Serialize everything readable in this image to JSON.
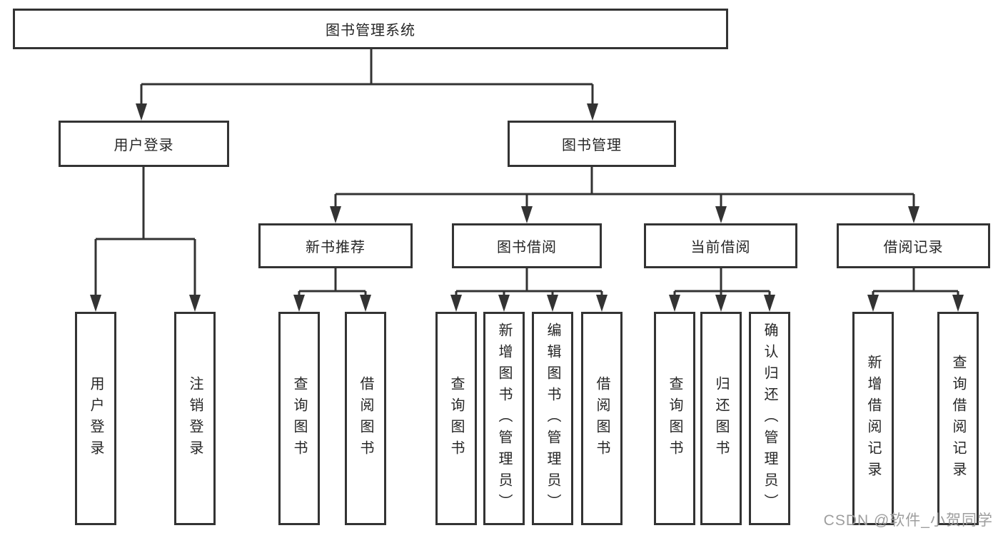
{
  "diagram": {
    "root_label": "图书管理系统",
    "level2": {
      "user_login": "用户登录",
      "book_mgmt": "图书管理"
    },
    "level3": {
      "new_books": "新书推荐",
      "borrowing": "图书借阅",
      "current": "当前借阅",
      "records": "借阅记录"
    },
    "leaves": {
      "user_login": [
        "用户登录",
        "注销登录"
      ],
      "new_books": [
        "查询图书",
        "借阅图书"
      ],
      "borrowing": [
        "查询图书",
        "新增图书（管理员）",
        "编辑图书（管理员）",
        "借阅图书"
      ],
      "current": [
        "查询图书",
        "归还图书",
        "确认归还（管理员）"
      ],
      "records": [
        "新增借阅记录",
        "查询借阅记录"
      ]
    }
  },
  "watermark": "CSDN @软件_小贺同学",
  "colors": {
    "line": "#333333",
    "box_border": "#333333",
    "box_fill": "#ffffff",
    "text": "#262626",
    "watermark": "#9e9e9e",
    "background": "#ffffff"
  }
}
